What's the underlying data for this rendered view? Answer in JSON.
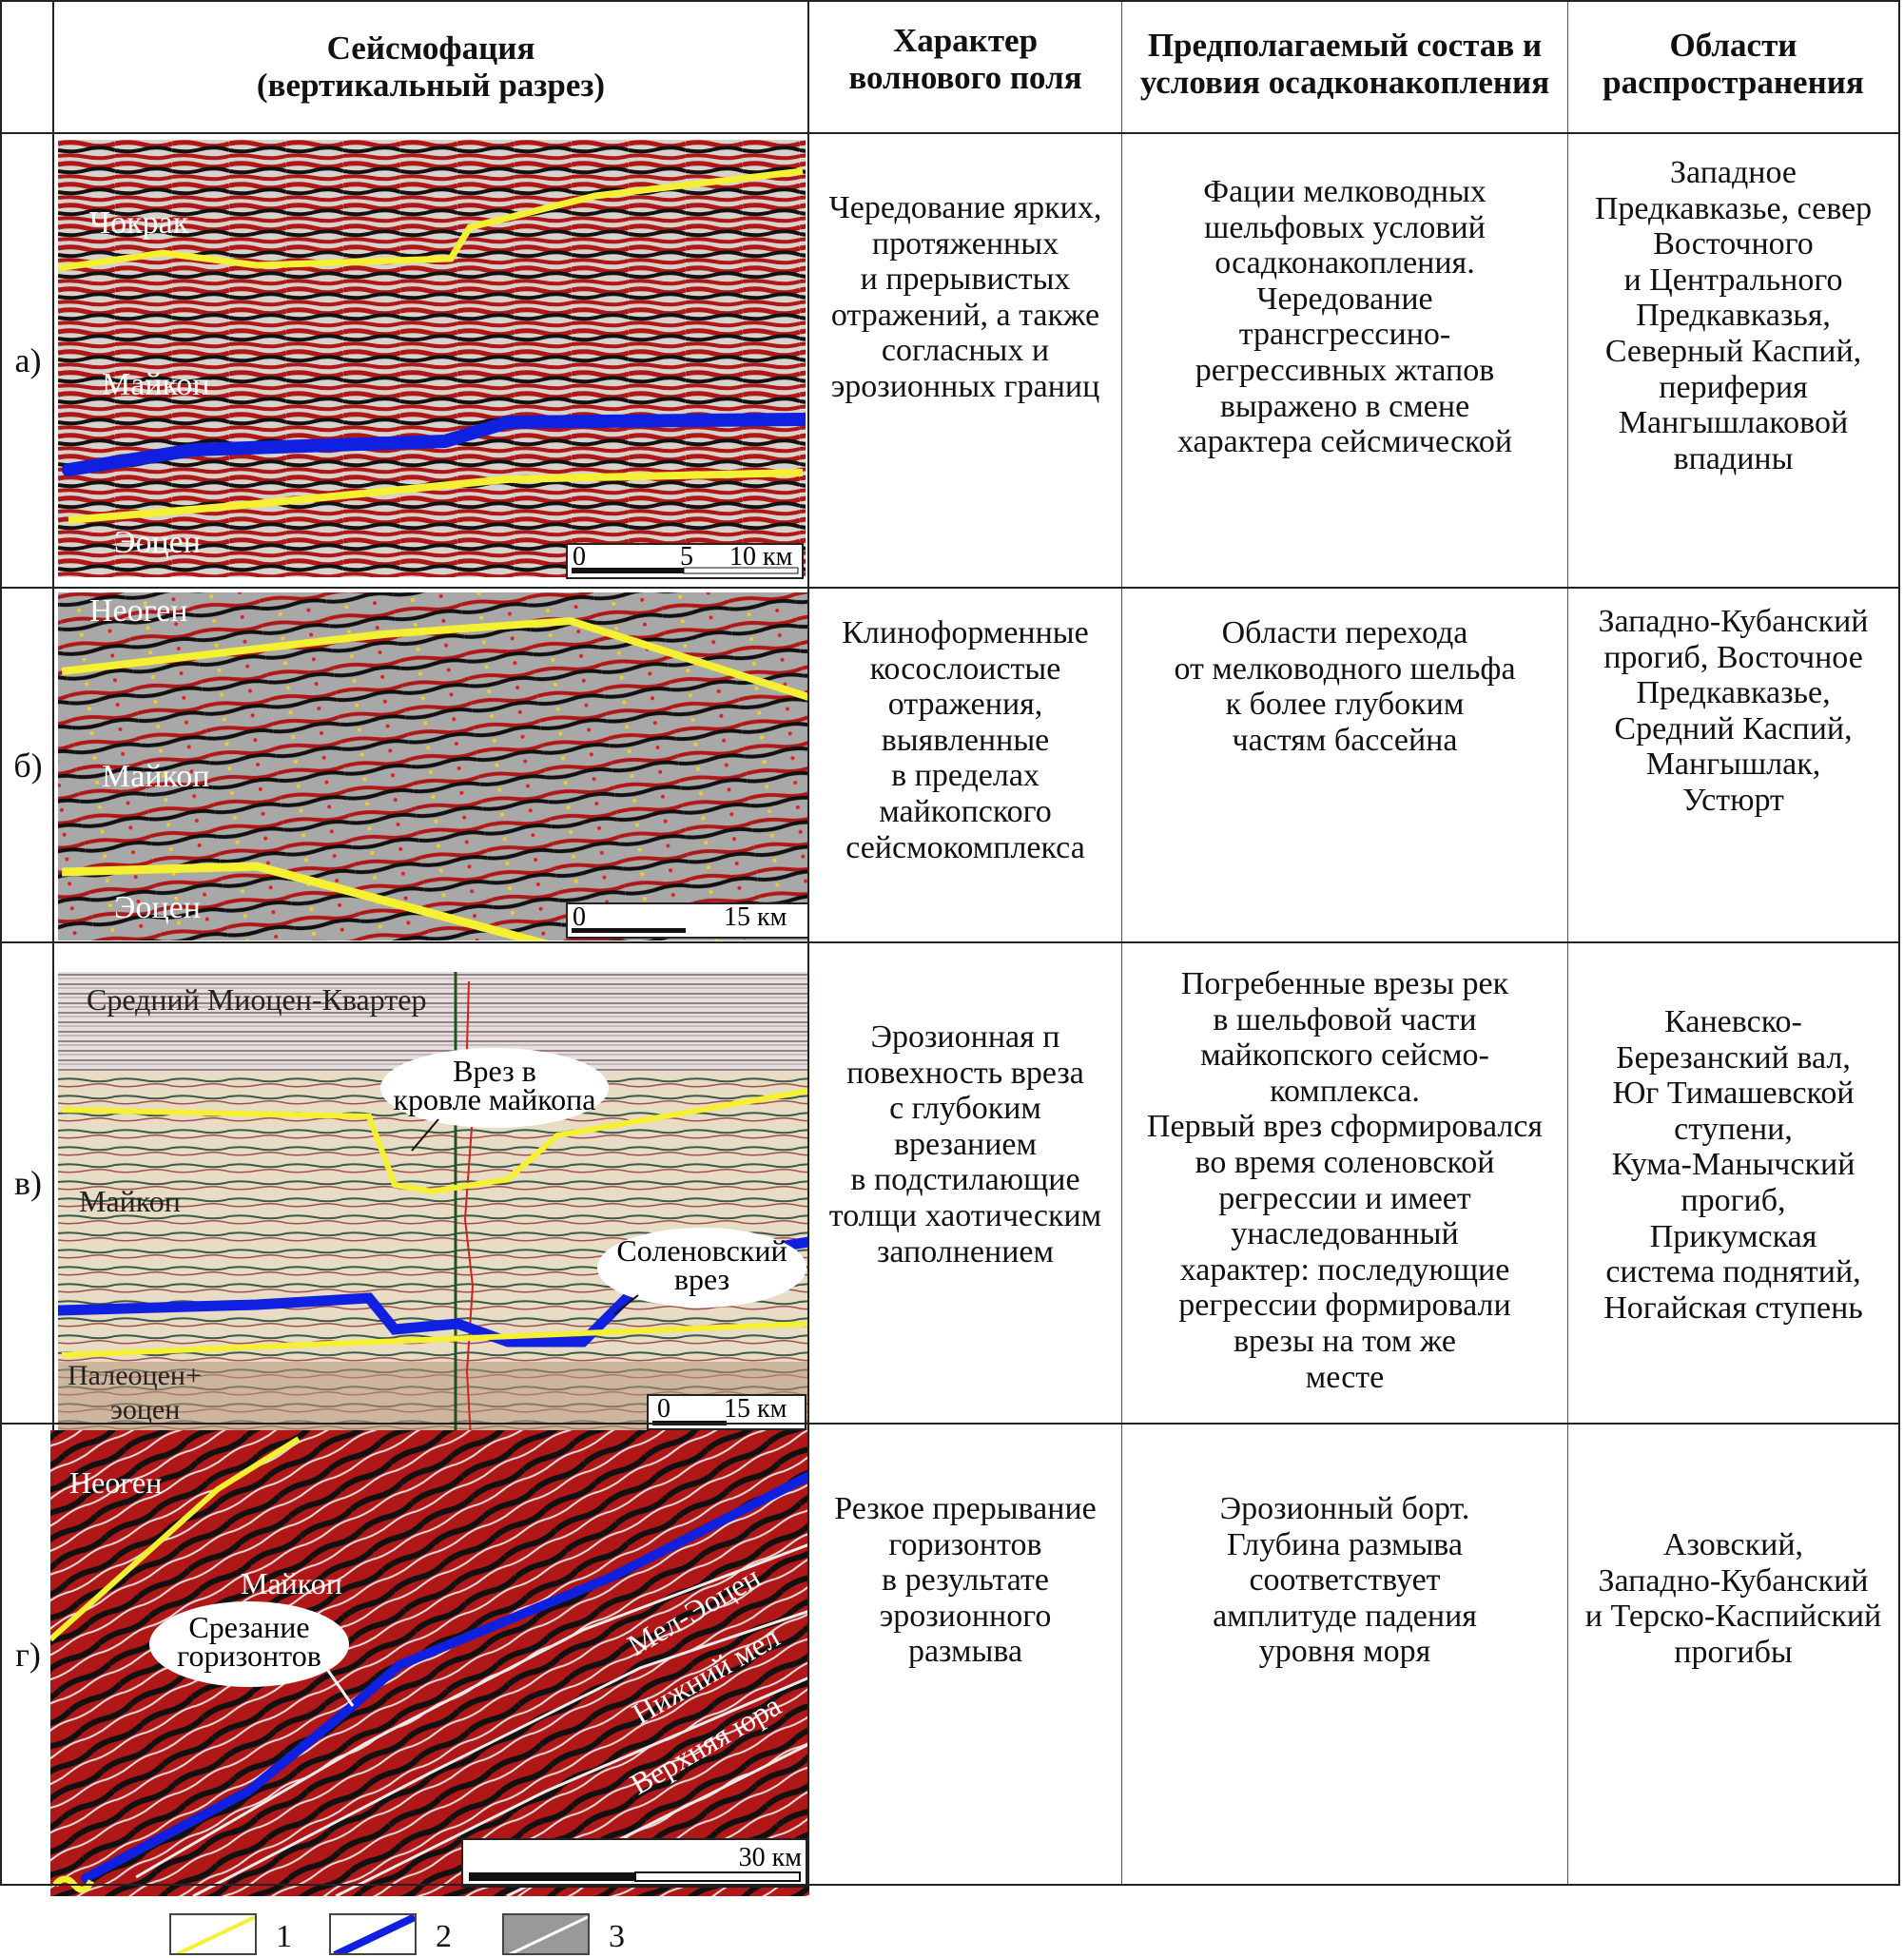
{
  "header": {
    "col_seismofacies": "Сейсмофация\n(вертикальный разрез)",
    "col_wavefield": "Характер\nволнового поля",
    "col_composition": "Предполагаемый состав и\nусловия осадконакопления",
    "col_areas": "Области\nраспространения"
  },
  "rows": [
    {
      "label": "а)",
      "wavefield": "Чередование ярких,\nпротяженных\nи прерывистых\nотражений, а также\nсогласных и\nэрозионных границ",
      "composition": "Фации мелководных\nшельфовых условий\nосадконакопления.\nЧередование\nтрансгрессино-\nрегрессивных жтапов\nвыражено в смене\nхарактера сейсмической",
      "areas": "Западное\nПредкавказье, север\nВосточного\nи Центрального\nПредкавказья,\nСеверный Каспий,\nпериферия\nМангышлаковой\nвпадины",
      "panel": {
        "labels": [
          "Чокрак",
          "Майкоп",
          "Эоцен"
        ],
        "scale": [
          "0",
          "5",
          "10 км"
        ]
      }
    },
    {
      "label": "б)",
      "wavefield": "Клиноформенные\nкосослоистые\nотражения,\nвыявленные\nв пределах\nмайкопского\nсейсмокомплекса",
      "composition": "Области перехода\nот мелководного шельфа\nк более глубоким\nчастям бассейна",
      "areas": "Западно-Кубанский\nпрогиб, Восточное\nПредкавказье,\nСредний Каспий,\nМангышлак,\nУстюрт",
      "panel": {
        "labels": [
          "Неоген",
          "Майкоп",
          "Эоцен"
        ],
        "scale": [
          "0",
          "15 км"
        ]
      }
    },
    {
      "label": "в)",
      "wavefield": "Эрозионная п\nповехность вреза\nс глубоким\nврезанием\nв подстилающие\nтолщи хаотическим\nзаполнением",
      "composition": "Погребенные врезы рек\nв шельфовой части\nмайкопского сейсмо-\nкомплекса.\nПервый врез сформировался\nво время соленовской\nрегрессии и имеет\nунаследованный\nхарактер: последующие\nрегрессии формировали\nврезы на том же\nместе",
      "areas": "Каневско-\nБерезанский вал,\nЮг Тимашевской\nступени,\nКума-Манычский\nпрогиб,\nПрикумская\nсистема поднятий,\nНогайская ступень",
      "panel": {
        "labels": [
          "Средний Миоцен-Квартер",
          "Майкоп",
          "Палеоцен+",
          "эоцен"
        ],
        "callouts": [
          "Врез в",
          "кровле майкопа",
          "Соленовский",
          "врез"
        ],
        "scale": [
          "0",
          "15 км"
        ]
      }
    },
    {
      "label": "г)",
      "wavefield": "Резкое прерывание\nгоризонтов\nв результате\nэрозионного\nразмыва",
      "composition": "Эрозионный борт.\nГлубина размыва\nсоответствует\nамплитуде падения\nуровня моря",
      "areas": "Азовский,\nЗападно-Кубанский\nи Терско-Каспийский\nпрогибы",
      "panel": {
        "labels": [
          "Неоген",
          "Майкоп",
          "Мел-Эоцен",
          "Нижний мел",
          "Верхняя юра"
        ],
        "callouts": [
          "Срезание",
          "горизонтов"
        ],
        "scale": [
          "30 км"
        ]
      }
    }
  ],
  "legend": [
    {
      "num": "1",
      "color": "#f5f032"
    },
    {
      "num": "2",
      "color": "#1020e0"
    },
    {
      "num": "3",
      "color": "#999999"
    }
  ],
  "colors": {
    "seismic_red": "#b01818",
    "seismic_black": "#111111",
    "horizon_yellow": "#f5f032",
    "horizon_blue": "#1020e0"
  }
}
